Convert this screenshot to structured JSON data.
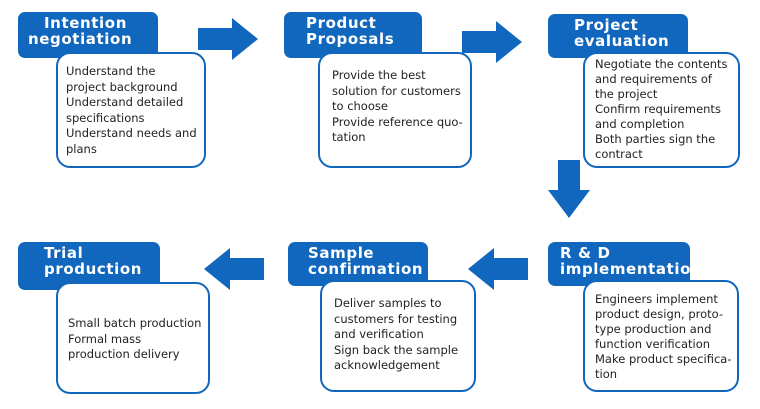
{
  "colors": {
    "accent": "#1167bd",
    "text": "#222222",
    "background": "#ffffff"
  },
  "steps": [
    {
      "title": [
        "Intention",
        "negotiation"
      ],
      "items": [
        "Understand the project background",
        "Understand detailed specifications",
        "Understand needs and plans"
      ]
    },
    {
      "title": [
        "Product",
        "Proposals"
      ],
      "items": [
        "Provide the best solution for customers to choose",
        "Provide reference quo-tation"
      ]
    },
    {
      "title": [
        "Project",
        "evaluation"
      ],
      "items": [
        "Negotiate the contents and requirements of the project",
        "Confirm requirements and completion",
        "Both parties sign the contract"
      ]
    },
    {
      "title": [
        "R & D",
        "implementation"
      ],
      "items": [
        "Engineers implement product design, proto-type production and function verification",
        "Make product specifica-tion"
      ]
    },
    {
      "title": [
        "Sample",
        "confirmation"
      ],
      "items": [
        "Deliver samples to customers for testing and verification",
        "Sign back the sample acknowledgement"
      ]
    },
    {
      "title": [
        "Trial",
        "production"
      ],
      "items": [
        "Small batch production",
        "Formal mass production delivery"
      ]
    }
  ],
  "flow_arrows": [
    {
      "from": "Intention negotiation",
      "to": "Product Proposals",
      "direction": "right"
    },
    {
      "from": "Product Proposals",
      "to": "Project evaluation",
      "direction": "right"
    },
    {
      "from": "Project evaluation",
      "to": "R & D implementation",
      "direction": "down"
    },
    {
      "from": "R & D implementation",
      "to": "Sample confirmation",
      "direction": "left"
    },
    {
      "from": "Sample confirmation",
      "to": "Trial production",
      "direction": "left"
    }
  ]
}
